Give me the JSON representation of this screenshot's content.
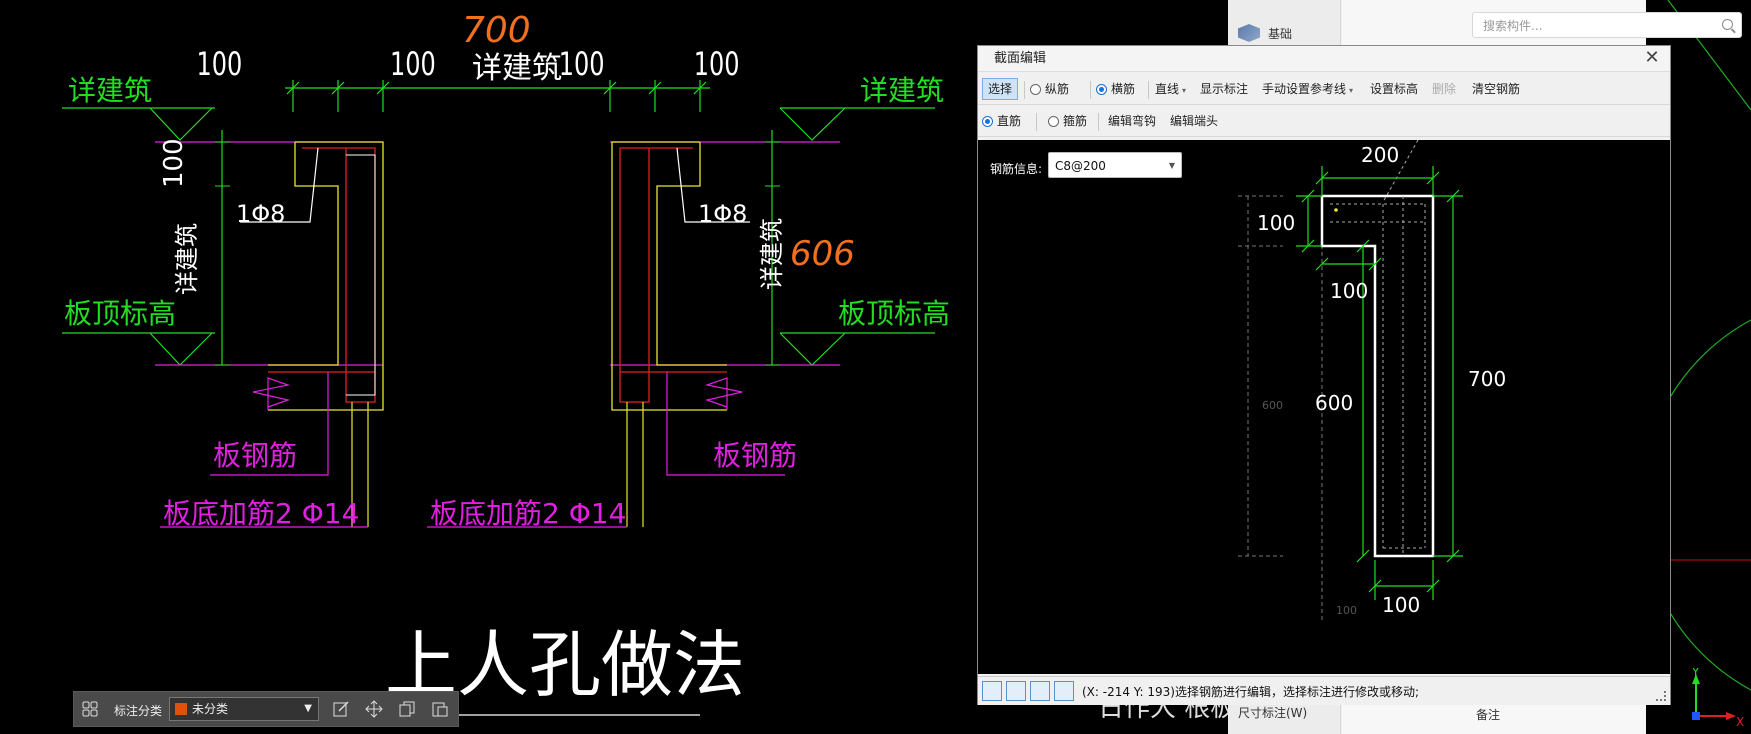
{
  "cad": {
    "dims_top": [
      "100",
      "100",
      "100",
      "100"
    ],
    "annot_700": "700",
    "annot_606": "606",
    "label_xiangjianzhu": "详建筑",
    "label_banding": "板顶标高",
    "label_rebar": "1Φ8",
    "label_100": "100",
    "label_bangangjin": "板钢筋",
    "label_bandi": "板底加筋2 Φ14",
    "heading": "上人孔做法",
    "heading_partial": "日作大 根板"
  },
  "side_panel": {
    "search_placeholder": "搜索构件...",
    "item_foundation": "基础",
    "dim_annotation": "尺寸标注(W)",
    "remark": "备注"
  },
  "dialog": {
    "title": "截面编辑",
    "toolbar": {
      "select": "选择",
      "longitudinal": "纵筋",
      "transverse": "横筋",
      "line": "直线",
      "show_dims": "显示标注",
      "manual_ref": "手动设置参考线",
      "set_elevation": "设置标高",
      "delete": "删除",
      "clear_rebar": "清空钢筋"
    },
    "toolbar2": {
      "straight": "直筋",
      "stirrup": "箍筋",
      "edit_hook": "编辑弯钩",
      "edit_end": "编辑端头"
    },
    "rebar_info_label": "钢筋信息:",
    "rebar_info_value": "C8@200",
    "dims": {
      "top": "200",
      "left_top": "100",
      "inner": "100",
      "left": "600",
      "right": "700",
      "bottom": "100",
      "faint_left": "600",
      "faint_bottom": "100"
    },
    "status": "(X: -214 Y: 193)选择钢筋进行编辑，选择标注进行修改或移动;"
  },
  "bottom_bar": {
    "label": "标注分类",
    "selected": "未分类",
    "swatch_color": "#e2500e"
  },
  "axis": {
    "x": "X",
    "y": "Y"
  },
  "colors": {
    "green": "#22dd22",
    "magenta": "#e020e0",
    "yellow": "#e8e830",
    "red": "#e02020",
    "orange": "#f07020"
  }
}
